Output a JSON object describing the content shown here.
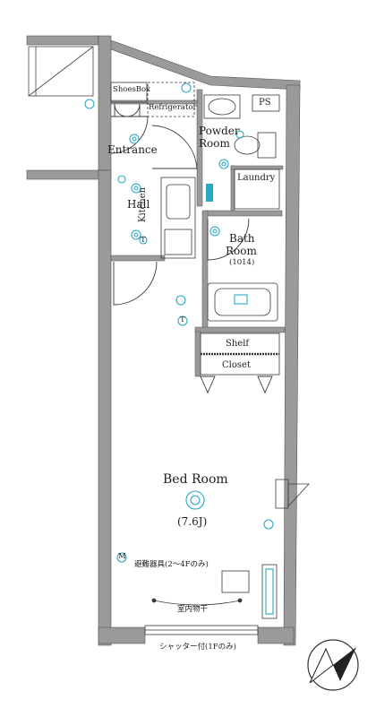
{
  "rooms": {
    "shoes_box": "ShoesBox",
    "refrigerator": "Refrigerator",
    "ps": "PS",
    "powder": "Powder",
    "room_word": "Room",
    "entrance": "Entrance",
    "laundry": "Laundry",
    "hall": "Hall",
    "kitchen": "Kitchen",
    "bath": "Bath",
    "bath_size": "(1014)",
    "shelf": "Shelf",
    "closet": "Closet",
    "bed_room": "Bed Room",
    "bed_area": "(7.6J)"
  },
  "notes": {
    "evacuation": "避難器具(2～4Fのみ)",
    "indoor_drying": "室内物干",
    "shutter": "シャッター付(1Fのみ)"
  },
  "icon_letters": {
    "tv": "T",
    "phone": "T",
    "m": "M"
  },
  "colors": {
    "wall": "#9a9a9a",
    "line": "#3a3a3a",
    "fixture": "#2aa7c6",
    "background": "#ffffff"
  }
}
